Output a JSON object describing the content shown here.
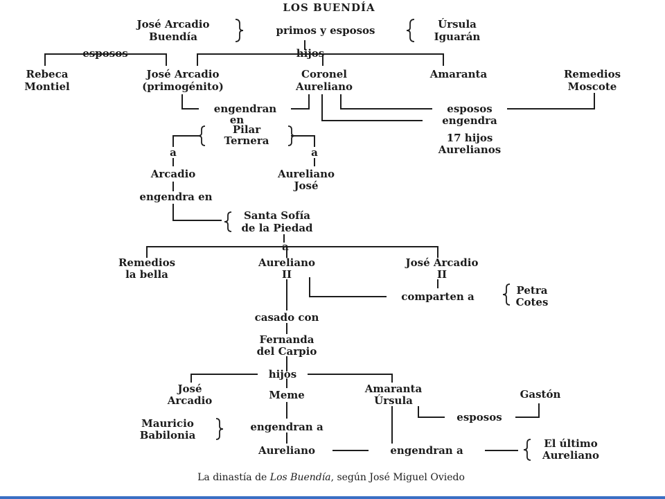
{
  "title": "LOS BUENDÍA",
  "labels": {
    "jose_arcadio_buendia": [
      "José Arcadio",
      "Buendía"
    ],
    "primos_y_esposos": "primos y esposos",
    "ursula_iguaran": [
      "Úrsula",
      "Iguarán"
    ],
    "esposos_rebeca": "esposos",
    "hijos_1": "hijos",
    "rebeca_montiel": [
      "Rebeca",
      "Montiel"
    ],
    "jose_arcadio_primogenito": [
      "José Arcadio",
      "(primogénito)"
    ],
    "coronel_aureliano": [
      "Coronel",
      "Aureliano"
    ],
    "amaranta": "Amaranta",
    "remedios_moscote": [
      "Remedios",
      "Moscote"
    ],
    "engendran_1": "engendran",
    "esposos_remedios": "esposos",
    "engendra": "engendra",
    "en": "en",
    "pilar_ternera": [
      "Pilar",
      "Ternera"
    ],
    "hijos_aurelianos": [
      "17 hijos",
      "Aurelianos"
    ],
    "a_left": "a",
    "a_right": "a",
    "arcadio": "Arcadio",
    "aureliano_jose": [
      "Aureliano",
      "José"
    ],
    "engendra_en": "engendra en",
    "santa_sofia": [
      "Santa Sofía",
      "de la Piedad"
    ],
    "a_center": "a",
    "remedios_la_bella": [
      "Remedios",
      "la bella"
    ],
    "aureliano_ii": [
      "Aureliano",
      "II"
    ],
    "jose_arcadio_ii": [
      "José Arcadio",
      "II"
    ],
    "comparten_a": "comparten a",
    "petra_cotes": [
      "Petra",
      "Cotes"
    ],
    "casado_con": "casado con",
    "fernanda_del_carpio": [
      "Fernanda",
      "del Carpio"
    ],
    "hijos_2": "hijos",
    "jose_arcadio_3": [
      "José",
      "Arcadio"
    ],
    "meme": "Meme",
    "amaranta_ursula": [
      "Amaranta",
      "Úrsula"
    ],
    "gaston": "Gastón",
    "esposos_gaston": "esposos",
    "mauricio_babilonia": [
      "Mauricio",
      "Babilonia"
    ],
    "engendran_a": "engendran a",
    "aureliano_4": "Aureliano",
    "engendran_a_2": "engendran a",
    "el_ultimo_aureliano": [
      "El último",
      "Aureliano"
    ]
  },
  "caption": {
    "prefix": "La dinastía de ",
    "italic": "Los Buendía",
    "suffix": ", según José Miguel Oviedo"
  },
  "colors": {
    "ink": "#1c1c1c",
    "border": "#3a6fc4"
  }
}
